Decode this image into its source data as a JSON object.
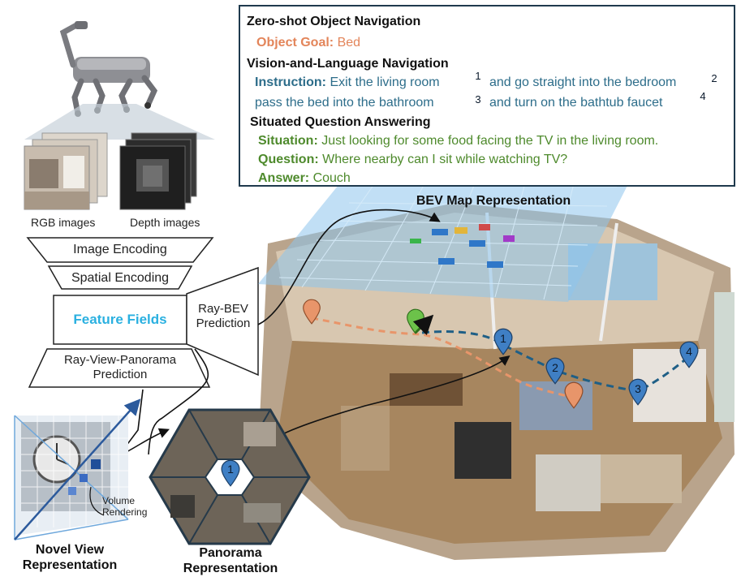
{
  "tasks": {
    "zero_shot": {
      "title": "Zero-shot Object Navigation",
      "goal_label": "Object Goal:",
      "goal_value": "Bed"
    },
    "vln": {
      "title": "Vision-and-Language Navigation",
      "instruction_label": "Instruction:",
      "seg1": "Exit the living room",
      "seg2": "and go straight into the bedroom",
      "seg3": "pass the bed into the bathroom",
      "seg4": "and turn on the bathtub faucet",
      "m1": "1",
      "m2": "2",
      "m3": "3",
      "m4": "4"
    },
    "sqa": {
      "title": "Situated Question Answering",
      "situation_label": "Situation:",
      "situation_value": "Just looking for some food facing the TV in the living room.",
      "question_label": "Question:",
      "question_value": "Where nearby can I sit while watching TV?",
      "answer_label": "Answer:",
      "answer_value": "Couch"
    }
  },
  "left": {
    "rgb_label": "RGB images",
    "depth_label": "Depth images",
    "image_encoding": "Image Encoding",
    "spatial_encoding": "Spatial Encoding",
    "feature_fields": "Feature Fields",
    "ray_bev_1": "Ray-BEV",
    "ray_bev_2": "Prediction",
    "ray_view_1": "Ray-View-Panorama",
    "ray_view_2": "Prediction",
    "volume_1": "Volume",
    "volume_2": "Rendering",
    "novel_1": "Novel View",
    "novel_2": "Representation",
    "pano_1": "Panorama",
    "pano_2": "Representation",
    "pano_marker": "1"
  },
  "bev_label": "BEV Map Representation",
  "map_markers": {
    "m1": "1",
    "m2": "2",
    "m3": "3",
    "m4": "4"
  },
  "colors": {
    "orange": "#e3855a",
    "blue": "#2d6d8a",
    "green": "#4e8a2c",
    "marker_blue": "#3f7fc4",
    "feature_text": "#2ab0e0"
  }
}
